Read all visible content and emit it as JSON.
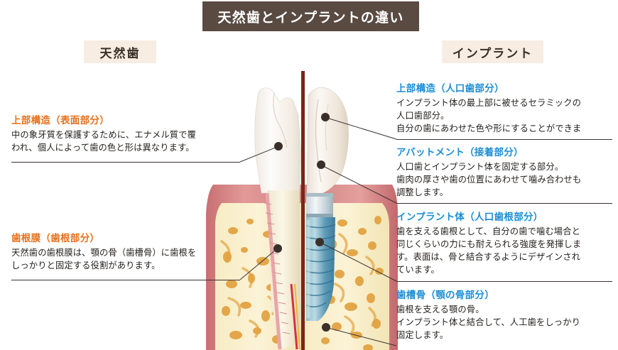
{
  "title": "天然歯とインプラントの違い",
  "sections": {
    "natural_label": "天然歯",
    "implant_label": "インプラント"
  },
  "colors": {
    "title_bg": "#594A42",
    "title_text": "#FFFFFF",
    "section_bg": "#F8EDE3",
    "natural_heading": "#E8701A",
    "implant_heading": "#1B8ED6",
    "body_text": "#231F1C",
    "leader_line": "#3A3330",
    "divider": "#7A2618",
    "gum": "#D98080",
    "bone": "#F5E6B8",
    "trabecula": "#E8A33D",
    "implant_screw": "#5B9BB5",
    "enamel": "#F7F4F0"
  },
  "left_blocks": [
    {
      "heading": "上部構造（表面部分）",
      "body": "中の象牙質を保護するために、エナメル質で覆\nわれ、個人によって歯の色と形は異なります。"
    },
    {
      "heading": "歯根膜（歯根部分）",
      "body": "天然歯の歯根膜は、顎の骨（歯槽骨）に歯根を\nしっかりと固定する役割があります。"
    }
  ],
  "right_blocks": [
    {
      "heading": "上部構造（人口歯部分）",
      "body": "インプラント体の最上部に被せるセラミックの\n人口歯部分。\n自分の歯にあわせた色や形にすることができま"
    },
    {
      "heading": "アバットメント（接着部分）",
      "body": "人口歯とインプラント体を固定する部分。\n歯肉の厚さや歯の位置にあわせて噛み合わせも\n調整します。"
    },
    {
      "heading": "インプラント体（人口歯根部分）",
      "body": "歯を支える歯根として、自分の歯で噛む場合と\n同じくらいの力にも耐えられる強度を発揮しま\nす。表面は、骨と結合するようにデザインされ\nています。"
    },
    {
      "heading": "歯槽骨（顎の骨部分）",
      "body": "歯根を支える顎の骨。\nインプラント体と結合して、人工歯をしっかり\n固定します。"
    }
  ]
}
